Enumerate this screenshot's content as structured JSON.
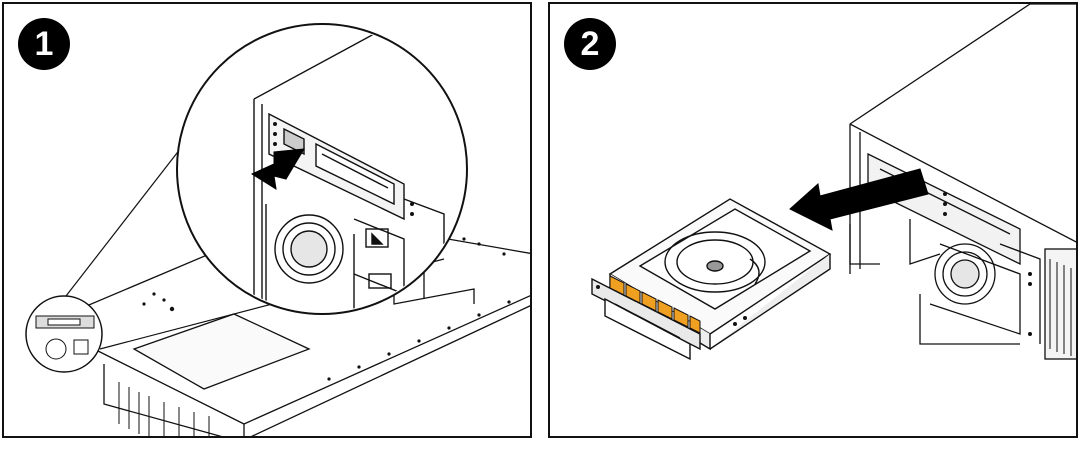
{
  "steps": [
    {
      "number": "1",
      "name": "press-release-button"
    },
    {
      "number": "2",
      "name": "slide-drive-out"
    }
  ],
  "colors": {
    "line": "#111111",
    "background": "#ffffff",
    "latch_orange": "#f0a020",
    "shade_gray": "#d9d9d9",
    "arrow": "#000000"
  },
  "icons": [
    "push-arrow-icon",
    "pull-arrow-icon",
    "magnifier-callout-icon"
  ]
}
